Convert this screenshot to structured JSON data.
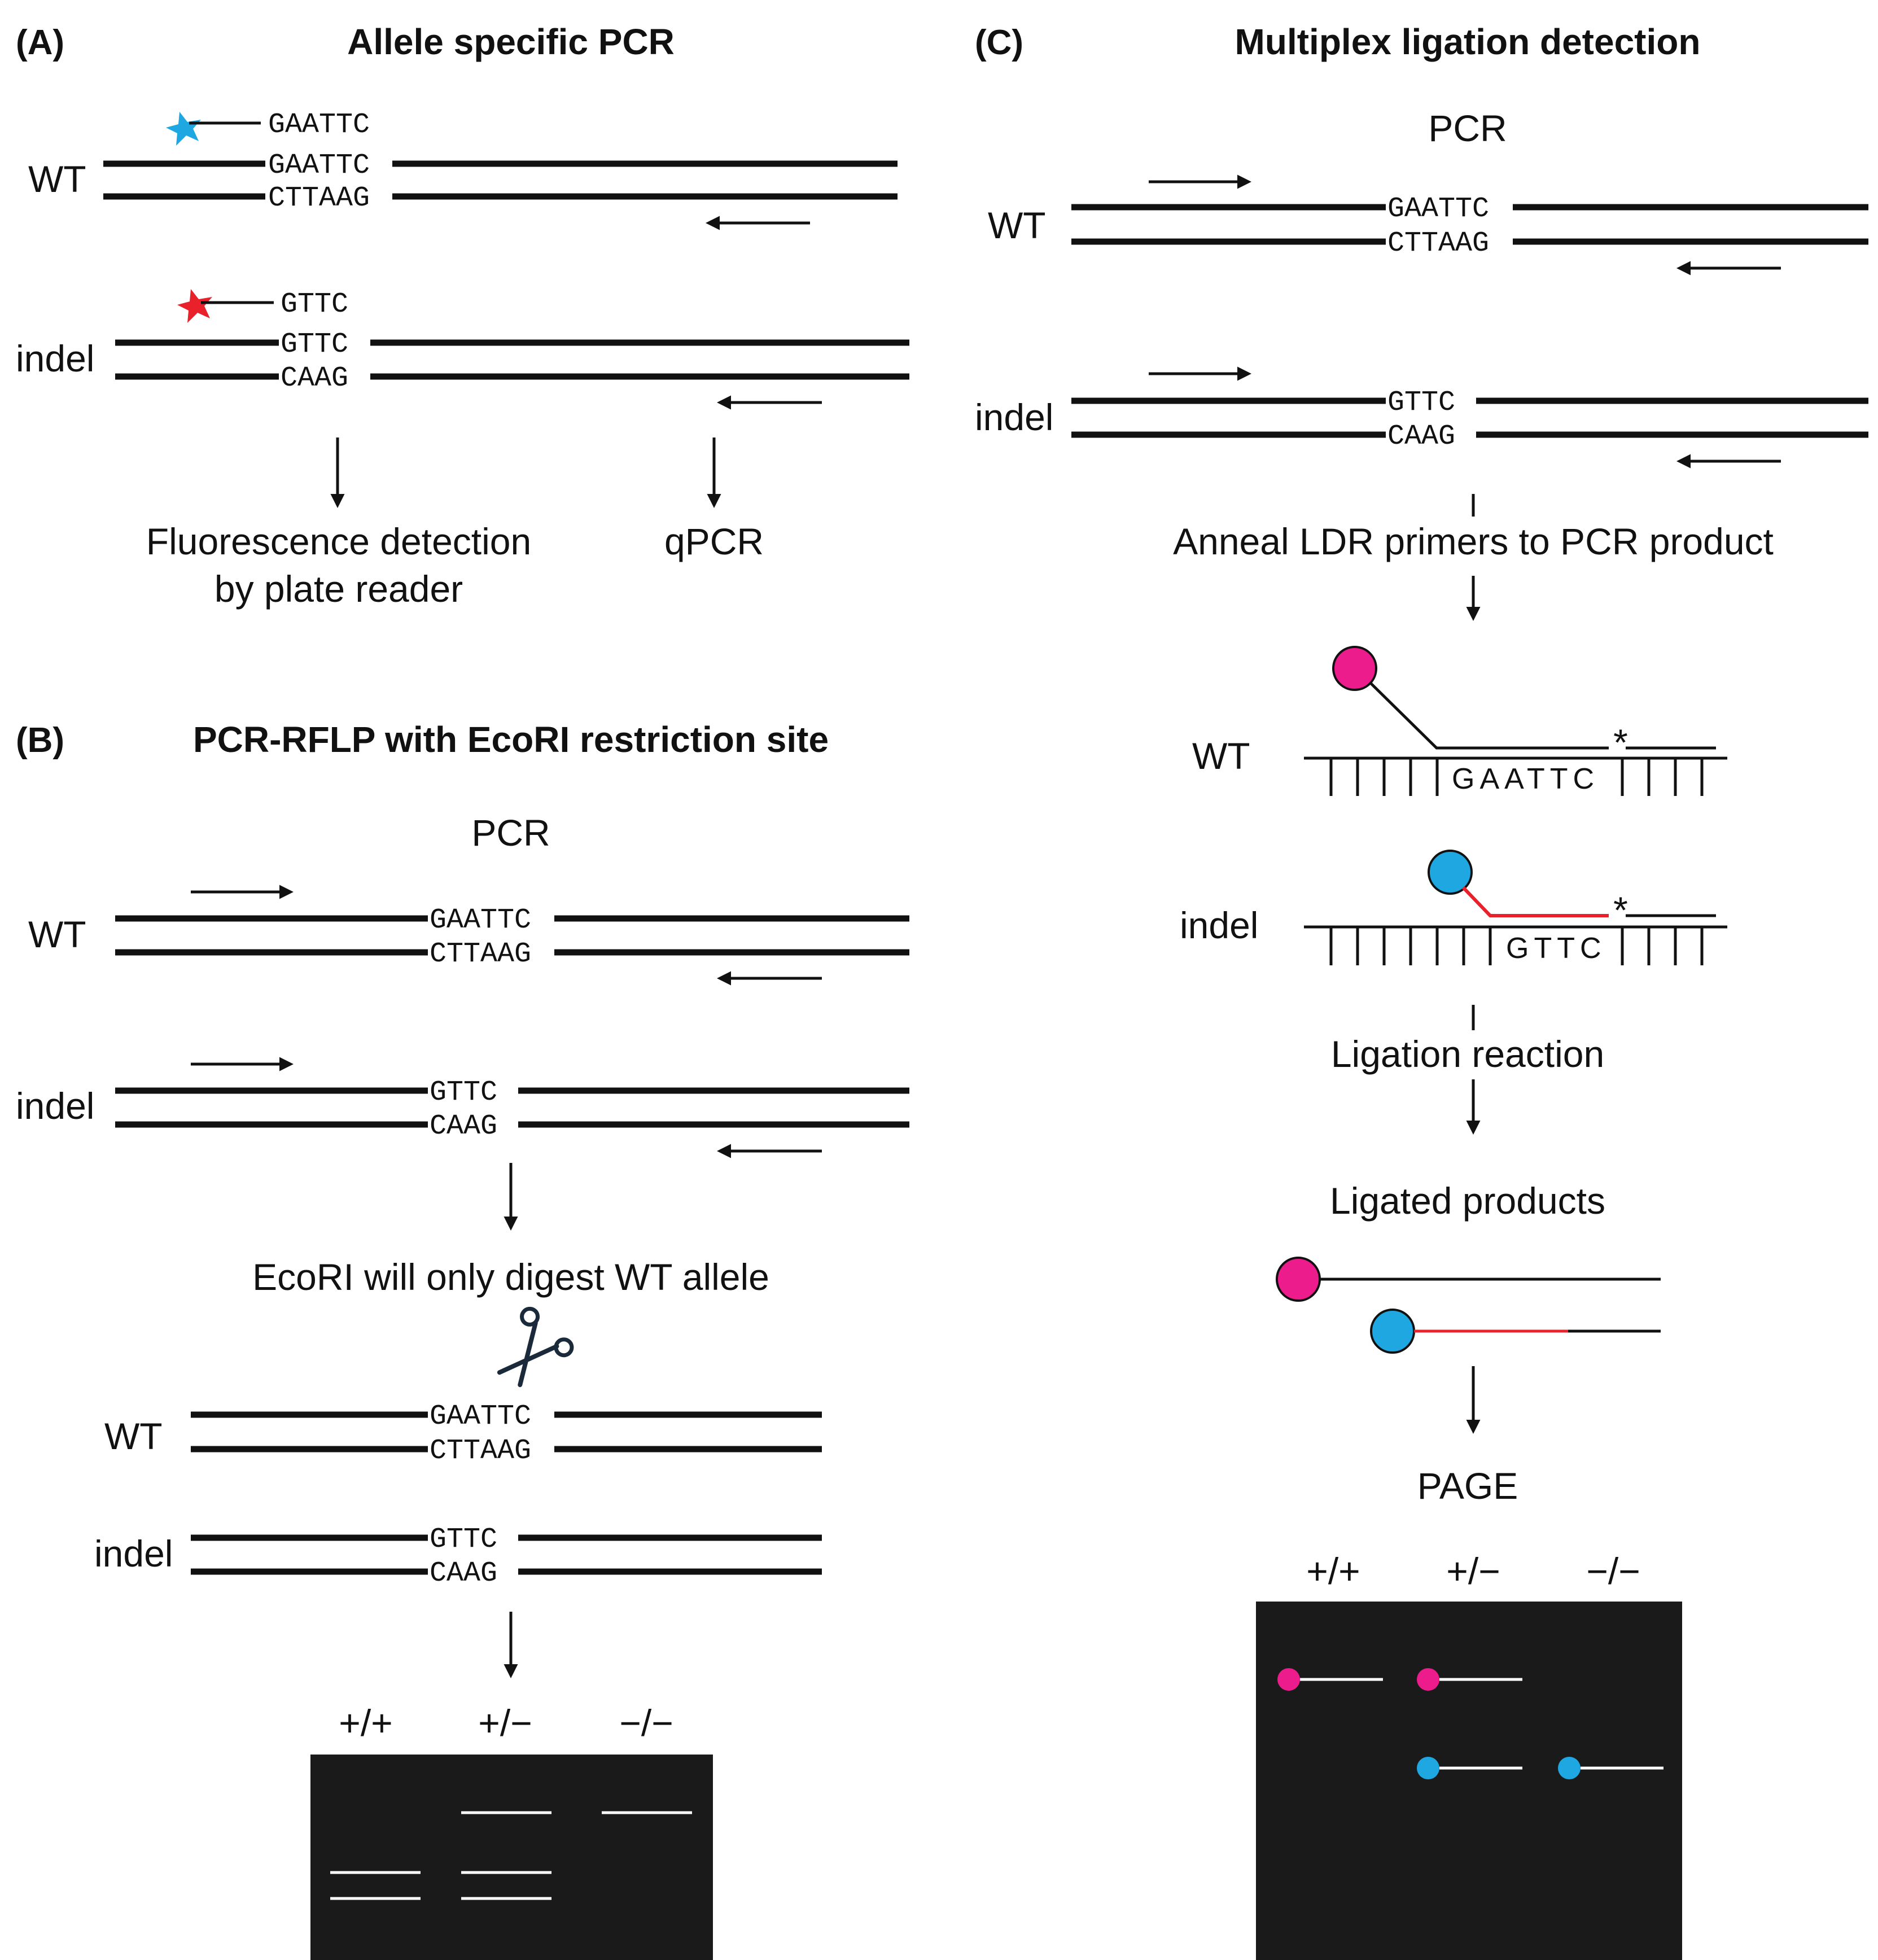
{
  "panels": {
    "a": {
      "label": "(A)",
      "title": "Allele specific PCR",
      "wt_label": "WT",
      "indel_label": "indel",
      "wt_probe_seq": "GAATTC",
      "wt_top_seq": "GAATTC",
      "wt_bottom_seq": "CTTAAG",
      "indel_probe_seq": "GTTC",
      "indel_top_seq": "GTTC",
      "indel_bottom_seq": "CAAG",
      "outcome_fluor_line1": "Fluorescence detection",
      "outcome_fluor_line2": "by plate reader",
      "outcome_qpcr": "qPCR",
      "wt_star_color": "#1ea7e1",
      "indel_star_color": "#e8212b"
    },
    "b": {
      "label": "(B)",
      "title": "PCR-RFLP with EcoRI restriction site",
      "pcr_label": "PCR",
      "wt_label": "WT",
      "indel_label": "indel",
      "wt_top_seq": "GAATTC",
      "wt_bottom_seq": "CTTAAG",
      "indel_top_seq": "GTTC",
      "indel_bottom_seq": "CAAG",
      "digest_text": "EcoRI will only digest WT allele",
      "scissors_icon": "scissors-icon",
      "cut_wt_label": "WT",
      "cut_indel_label": "indel",
      "cut_wt_top_seq": "GAATTC",
      "cut_wt_bottom_seq": "CTTAAG",
      "cut_indel_top_seq": "GTTC",
      "cut_indel_bottom_seq": "CAAG",
      "gel_lanes": [
        "+/+",
        "+/−",
        "−/−"
      ]
    },
    "c": {
      "label": "(C)",
      "title": "Multiplex ligation detection",
      "pcr_label": "PCR",
      "wt_label": "WT",
      "indel_label": "indel",
      "wt_top_seq": "GAATTC",
      "wt_bottom_seq": "CTTAAG",
      "indel_top_seq": "GTTC",
      "indel_bottom_seq": "CAAG",
      "anneal_text": "Anneal LDR primers to PCR product",
      "ldr_wt_label": "WT",
      "ldr_indel_label": "indel",
      "ldr_wt_seq": "GAATTC",
      "ldr_indel_seq": "GTTC",
      "ldr_mark": "*",
      "ligation_text": "Ligation reaction",
      "ligated_text": "Ligated products",
      "page_text": "PAGE",
      "gel_lanes": [
        "+/+",
        "+/−",
        "−/−"
      ],
      "wt_probe_color": "#ec1c8c",
      "indel_probe_color": "#1ea7e1",
      "indel_arm_color": "#e8212b"
    }
  }
}
